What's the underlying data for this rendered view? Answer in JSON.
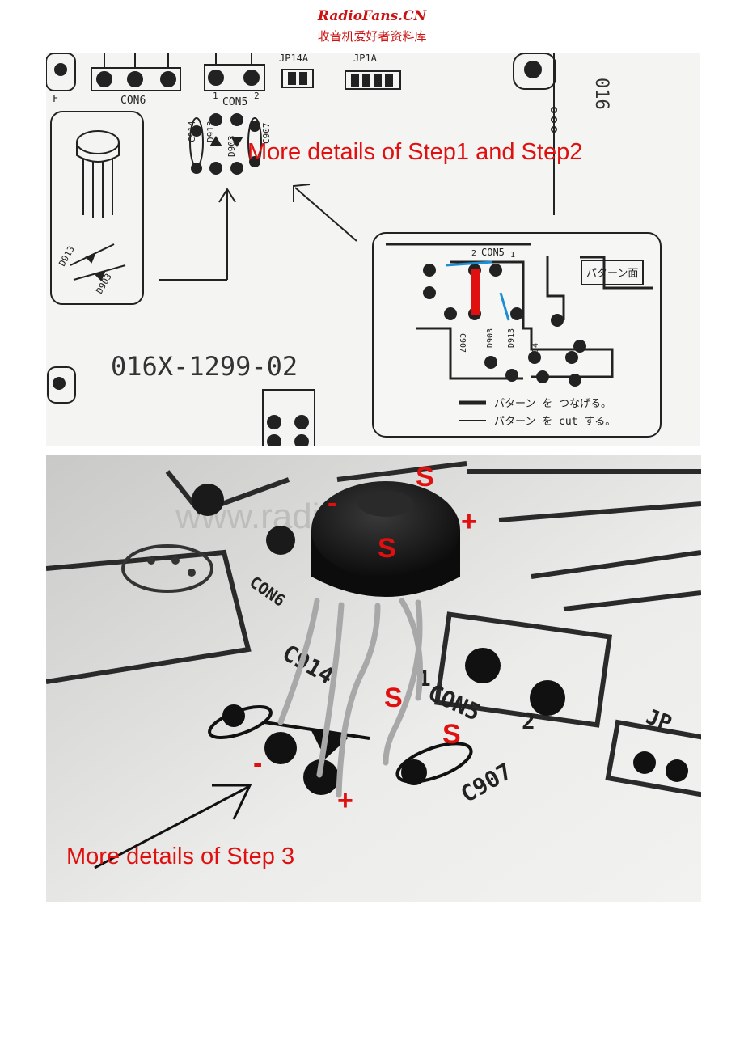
{
  "header": {
    "site_name": "RadioFans.CN",
    "site_subtitle": "收音机爱好者资料库"
  },
  "top_panel": {
    "caption": "More details of Step1 and Step2",
    "labels": {
      "con6": "CON6",
      "con5": "CON5",
      "con5_pin1": "1",
      "con5_pin2": "2",
      "jp14a": "JP14A",
      "jp1a": "JP1A",
      "c914": "C914",
      "d913": "D913",
      "d903": "D903",
      "c907": "C907",
      "board_code": "016X-1299-02",
      "corner_f": "F",
      "edge_code": "016"
    },
    "diode_symbol": {
      "d913": "D913",
      "d903": "D903"
    },
    "inset": {
      "con5": "CON5",
      "pin2": "2",
      "pin1": "1",
      "c907": "C907",
      "d903": "D903",
      "d913": "D913",
      "c914": "C914",
      "pattern_side": "パターン面",
      "legend": [
        {
          "text": "パターン を つなげる。",
          "style": "thick"
        },
        {
          "text": "パターン を cut する。",
          "style": "thin"
        }
      ]
    },
    "colors": {
      "cut_mark": "#1a8fd6",
      "join_mark": "#e01010"
    }
  },
  "bottom_panel": {
    "caption": "More details of Step 3",
    "watermark": "www.radiofans.cn",
    "pin_labels": [
      {
        "text": "S"
      },
      {
        "text": "-"
      },
      {
        "text": "+"
      },
      {
        "text": "S"
      },
      {
        "text": "S"
      },
      {
        "text": "S"
      },
      {
        "text": "-"
      },
      {
        "text": "+"
      }
    ],
    "board_labels": {
      "c914": "C914",
      "con5": "CON5",
      "c907": "C907",
      "con6": "CON6",
      "jp": "JP",
      "pin1": "1",
      "pin2": "2"
    }
  }
}
